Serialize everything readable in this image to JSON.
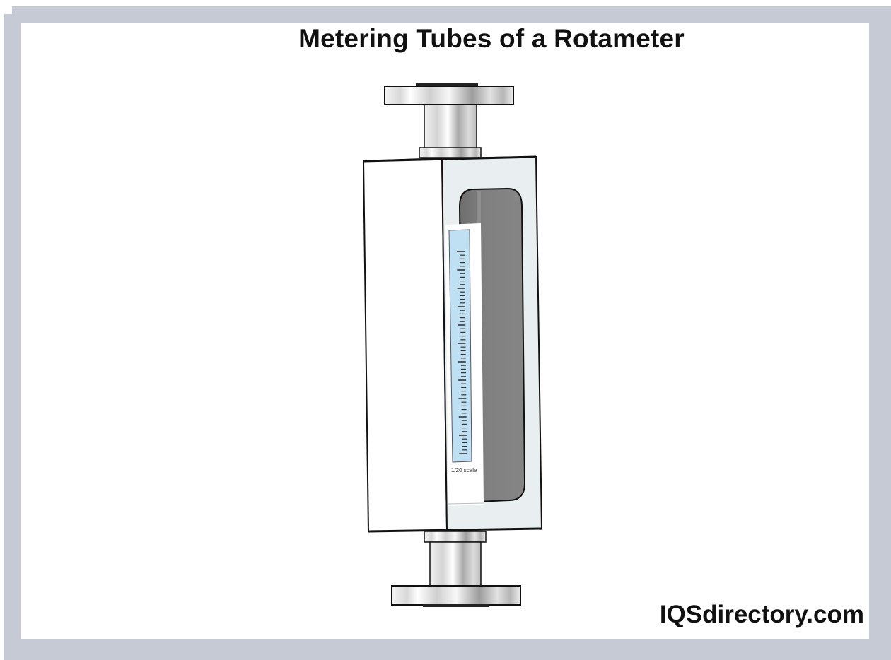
{
  "title": "Metering Tubes of a Rotameter",
  "brand": "IQSdirectory.com",
  "diagram": {
    "subject": "rotameter",
    "parts": [
      {
        "name": "top-flange",
        "label": "Top flange"
      },
      {
        "name": "top-neck",
        "label": "Top connector neck"
      },
      {
        "name": "housing",
        "label": "Meter housing"
      },
      {
        "name": "viewing-window",
        "label": "Viewing window"
      },
      {
        "name": "metering-tube",
        "label": "Metering tube with scale"
      },
      {
        "name": "bottom-neck",
        "label": "Bottom connector neck"
      },
      {
        "name": "bottom-flange",
        "label": "Bottom flange"
      }
    ],
    "scale_label": "1/20 scale"
  },
  "colors": {
    "frame": "#c6cad5",
    "window_dark": "#7d7d7d",
    "scale_blue": "#bfe0f3",
    "housing_face": "#e9eef1"
  }
}
